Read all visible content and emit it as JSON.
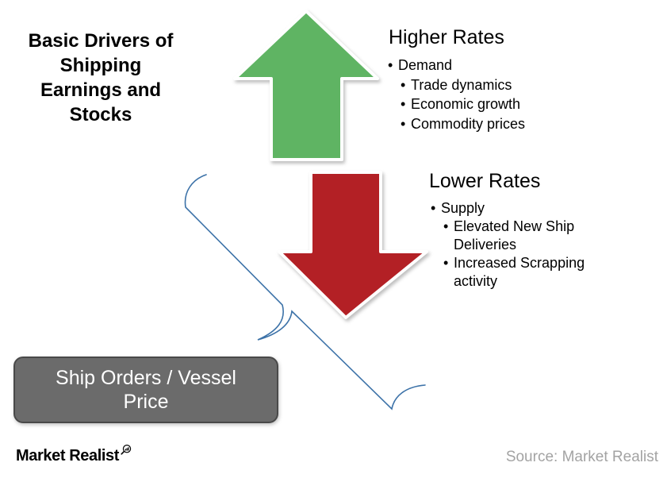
{
  "title": {
    "text": "Basic Drivers of\nShipping\nEarnings and\nStocks"
  },
  "higher_rates": {
    "heading": "Higher Rates",
    "items": [
      {
        "label": "Demand",
        "level": 1
      },
      {
        "label": "Trade dynamics",
        "level": 2
      },
      {
        "label": "Economic growth",
        "level": 2
      },
      {
        "label": "Commodity prices",
        "level": 2
      }
    ],
    "bullet_char": "•"
  },
  "lower_rates": {
    "heading": "Lower Rates",
    "items": [
      {
        "label": "Supply",
        "level": 1
      },
      {
        "label": "Elevated New Ship Deliveries",
        "level": 2
      },
      {
        "label": "Increased Scrapping activity",
        "level": 2
      }
    ],
    "bullet_char": "•"
  },
  "box": {
    "label": "Ship Orders / Vessel Price"
  },
  "footer": {
    "logo_text": "Market Realist",
    "source_text": "Source: Market Realist"
  },
  "icons": {
    "up_arrow": "green-up-arrow",
    "down_arrow": "red-down-arrow",
    "brace": "rotated-curly-brace-connector",
    "logo_badge": "magnifier-chart-icon"
  },
  "colors": {
    "arrow_green": "#5fb463",
    "arrow_red": "#b32025",
    "box_gray": "#6b6b6b",
    "box_border": "#494949",
    "brace_blue": "#3c72a8",
    "source_text": "#a3a3a3"
  }
}
